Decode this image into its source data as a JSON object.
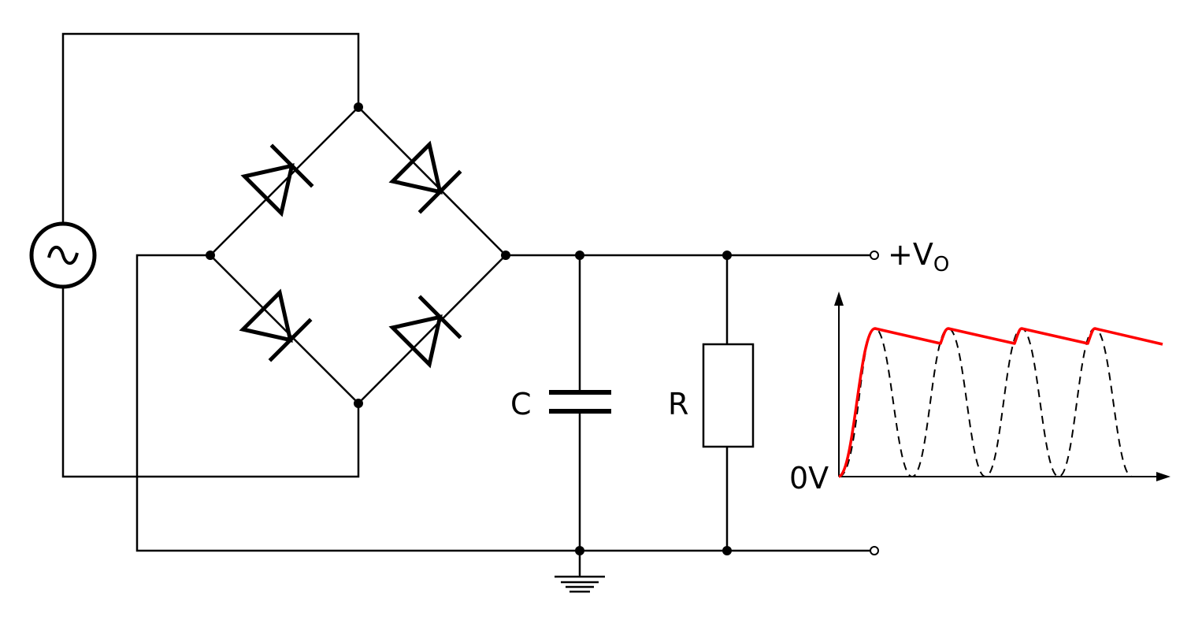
{
  "labels": {
    "capacitor": "C",
    "resistor": "R",
    "output_main": "+V",
    "output_sub": "O",
    "zero_volt": "0V"
  },
  "colors": {
    "wire": "#000000",
    "filtered_output": "#ff0000",
    "rectified_waveform": "#000000"
  },
  "symbols": {
    "source": "ac-source-icon",
    "ground": "ground-icon"
  }
}
